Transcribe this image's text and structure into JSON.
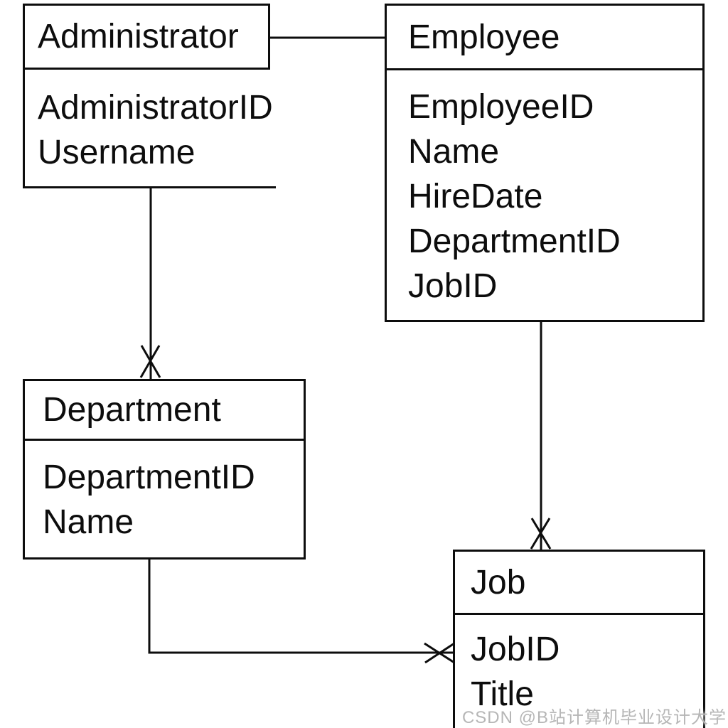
{
  "diagram": {
    "kind": "entity-relationship-diagram",
    "background_color": "#ffffff",
    "line_color": "#0d0d0d",
    "entities": [
      {
        "name": "Administrator",
        "attributes": [
          "AdministratorID",
          "Username"
        ]
      },
      {
        "name": "Employee",
        "attributes": [
          "EmployeeID",
          "Name",
          "HireDate",
          "DepartmentID",
          "JobID"
        ]
      },
      {
        "name": "Department",
        "attributes": [
          "DepartmentID",
          "Name"
        ]
      },
      {
        "name": "Job",
        "attributes": [
          "JobID",
          "Title"
        ]
      }
    ],
    "relationships": [
      {
        "from": "Administrator",
        "to": "Employee",
        "marker": "none"
      },
      {
        "from": "Administrator",
        "to": "Department",
        "marker": "cross-at-department-end"
      },
      {
        "from": "Employee",
        "to": "Job",
        "marker": "cross-at-job-top"
      },
      {
        "from": "Department",
        "to": "Job",
        "marker": "cross-at-job-left"
      }
    ]
  },
  "watermark": {
    "text": "CSDN @B站计算机毕业设计大学",
    "color": "#b6b6b6"
  }
}
